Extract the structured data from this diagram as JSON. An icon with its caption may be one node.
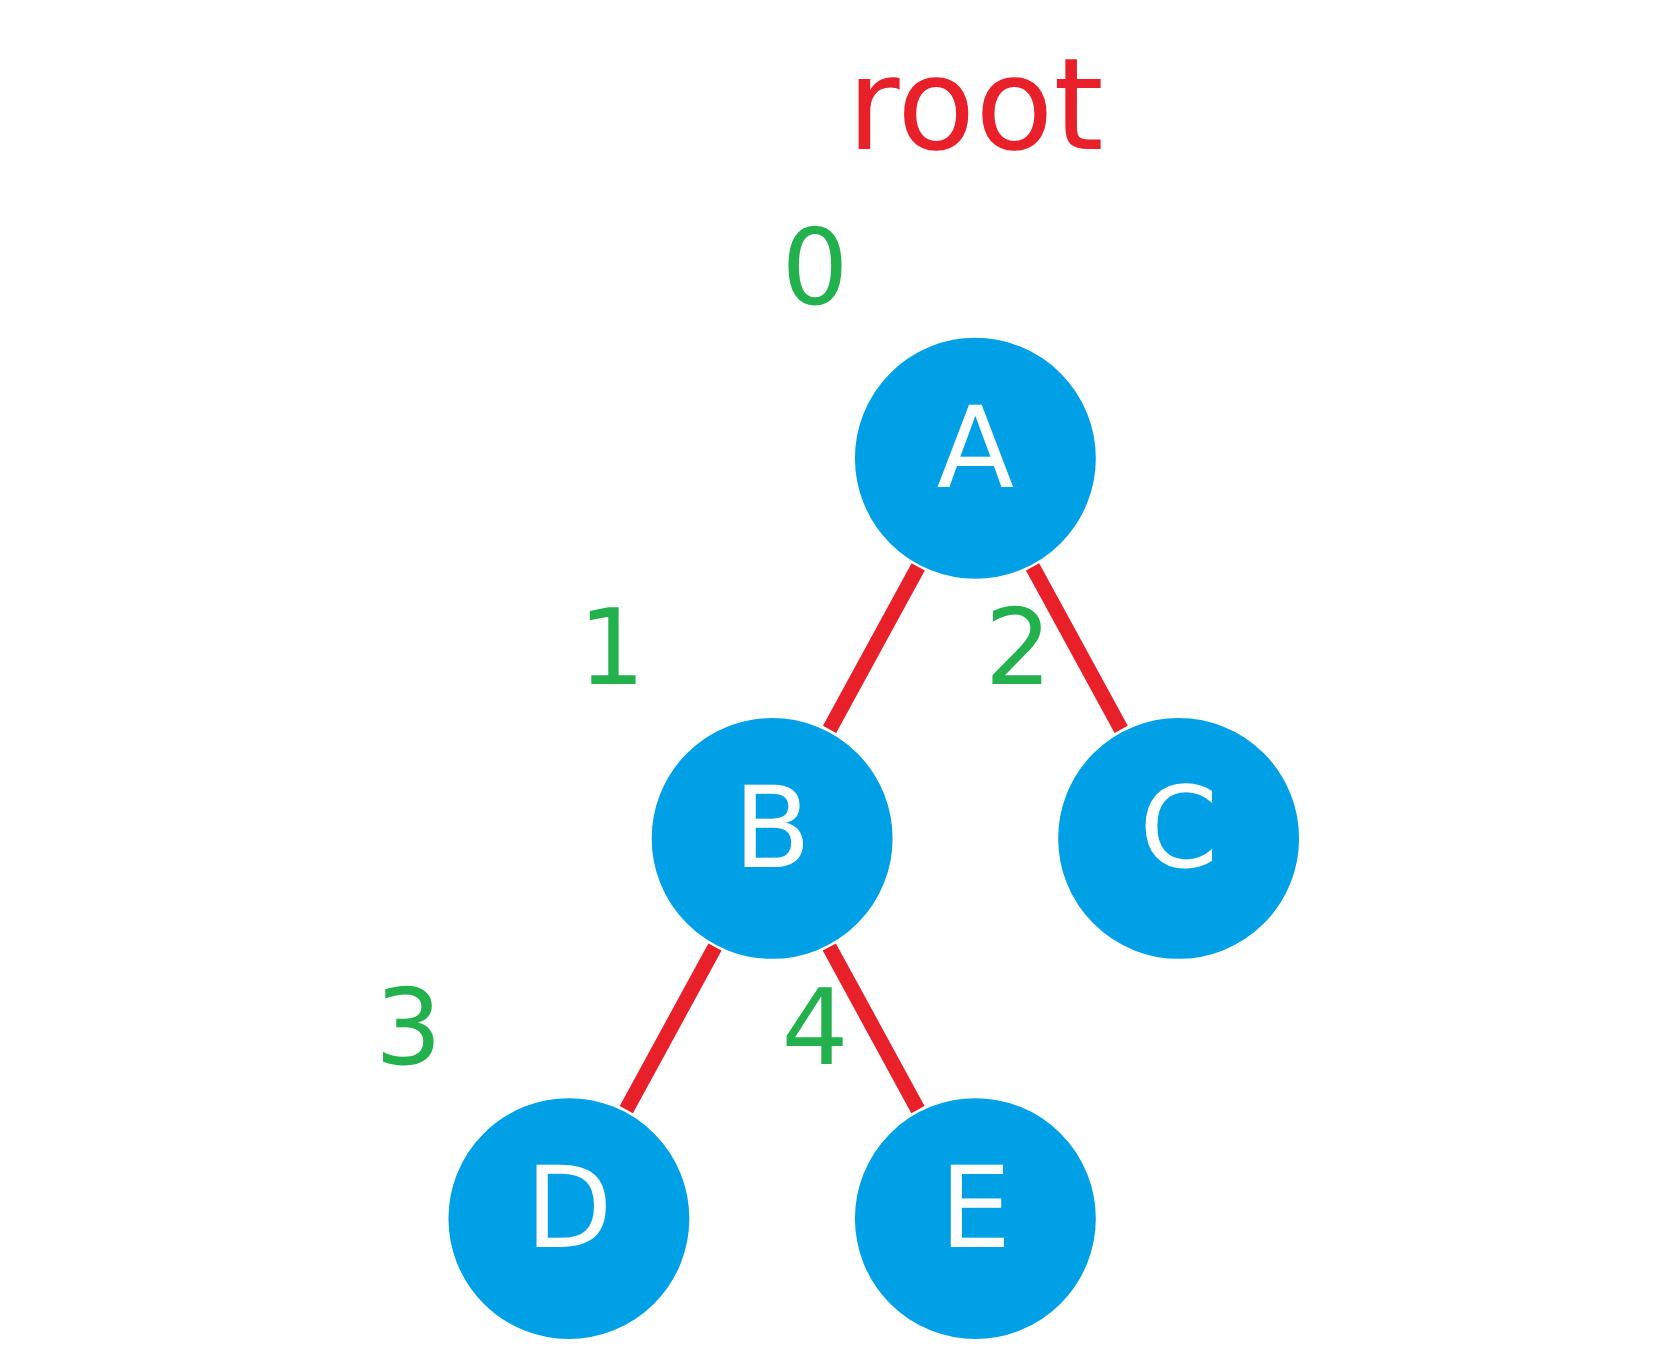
{
  "diagram": {
    "nodes": [
      {
        "text": [
          "A"
        ],
        "beside": [
          "0"
        ]
      },
      {
        "text": [
          "B"
        ],
        "beside": [
          "1"
        ]
      },
      {
        "text": [
          "C"
        ],
        "beside": [
          "2"
        ]
      },
      {
        "text": [
          "D"
        ],
        "beside": [
          "3"
        ]
      },
      {
        "text": [
          "E"
        ],
        "beside": [
          "4"
        ]
      }
    ],
    "edges": [
      {
        "from": 0,
        "to": 1,
        "arrow": "none"
      },
      {
        "from": 0,
        "to": 2,
        "arrow": "none"
      },
      {
        "from": 1,
        "to": 3,
        "arrow": "none"
      },
      {
        "from": 1,
        "to": 4,
        "arrow": "none"
      }
    ],
    "labels": [
      "root"
    ]
  }
}
